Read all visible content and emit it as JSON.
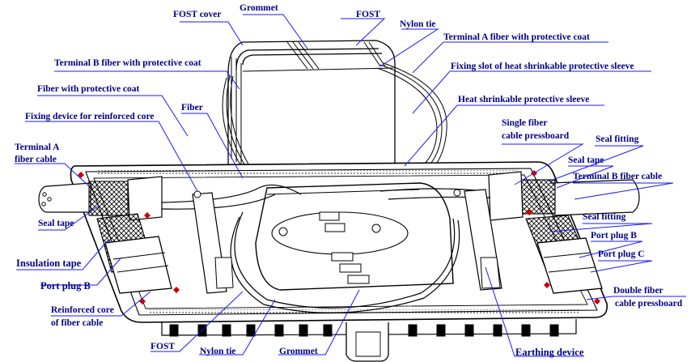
{
  "labels": {
    "fost_cover": "FOST cover",
    "grommet_top": "Grommet",
    "fost_top": "FOST",
    "nylon_tie_top": "Nylon tie",
    "terminal_a_fiber_coat": "Terminal A fiber with protective coat",
    "fixing_slot": "Fixing slot of heat shrinkable protective sleeve",
    "terminal_b_fiber_coat": "Terminal B fiber with protective coat",
    "fiber_with_coat": "Fiber with protective coat",
    "heat_sleeve": "Heat shrinkable protective sleeve",
    "fiber": "Fiber",
    "fixing_device": "Fixing device for reinforced core",
    "single_fiber_line1": "Single fiber",
    "single_fiber_line2": "cable pressboard",
    "seal_fitting_right": "Seal fitting",
    "terminal_a_cable_line1": "Terminal A",
    "terminal_a_cable_line2": "fiber cable",
    "seal_tape_right": "Seal tape",
    "terminal_b_cable": "Terminal B fiber cable",
    "seal_tape_left": "Seal tape",
    "seal_fitting_right2": "Seal fitting",
    "insulation_tape": "Insulation tape",
    "port_plug_b_right": "Port plug B",
    "port_plug_c": "Port plug C",
    "port_plug_b_left": "Port plug B",
    "reinforced_line1": "Reinforced core",
    "reinforced_line2": "of fiber cable",
    "double_fiber_line1": "Double fiber",
    "double_fiber_line2": "cable pressboard",
    "fost_bottom": "FOST",
    "nylon_tie_bottom": "Nylon tie",
    "grommet_bottom": "Grommet",
    "earthing_device": "Earthing device"
  },
  "colors": {
    "label_text": "#000080",
    "leader_line": "#1a1aff",
    "drawing": "#000000",
    "warning_mark": "#cc0000"
  }
}
